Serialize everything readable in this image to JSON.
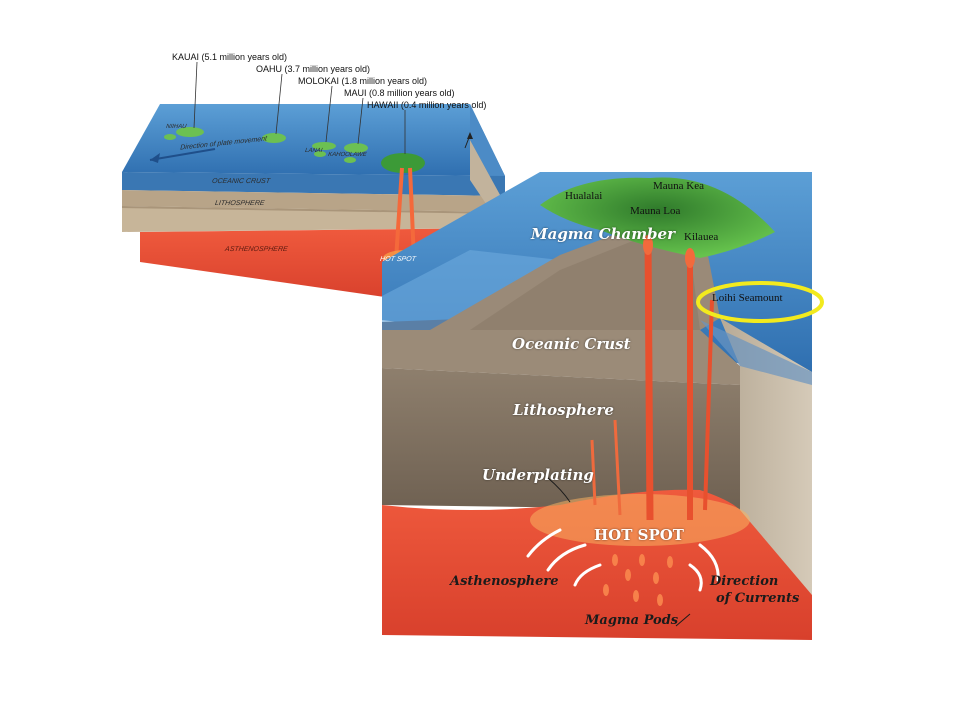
{
  "small_block": {
    "islands": [
      {
        "label": "KAUAI (5.1 million years old)"
      },
      {
        "label": "OAHU (3.7 million years old)"
      },
      {
        "label": "MOLOKAI (1.8 million years old)"
      },
      {
        "label": "MAUI (0.8 million years old)"
      },
      {
        "label": "HAWAII (0.4 million years old)"
      }
    ],
    "map_labels": {
      "niihau": "NIIHAU",
      "lanai": "LANAI",
      "kahoolawe": "KAHOOLAWE",
      "plate_movement": "Direction of plate movement"
    },
    "layers": {
      "oceanic_crust": "OCEANIC CRUST",
      "lithosphere": "LITHOSPHERE",
      "asthenosphere": "ASTHENOSPHERE",
      "hot_spot": "HOT SPOT"
    }
  },
  "large_block": {
    "volcanoes": {
      "hualalai": "Hualalai",
      "mauna_kea": "Mauna Kea",
      "mauna_loa": "Mauna Loa",
      "kilauea": "Kilauea",
      "loihi": "Loihi Seamount"
    },
    "labels": {
      "magma_chamber": "Magma Chamber",
      "oceanic_crust": "Oceanic Crust",
      "lithosphere": "Lithosphere",
      "underplating": "Underplating",
      "hot_spot": "HOT SPOT",
      "asthenosphere": "Asthenosphere",
      "direction": "Direction",
      "of_currents": "of Currents",
      "magma_pods": "Magma Pods"
    }
  },
  "colors": {
    "ocean": "#3f82c2",
    "crust": "#b9a488",
    "lithosphere": "#8b7b6a",
    "asthenosphere": "#e04a33",
    "lava": "#f06a3a",
    "island": "#5fbf4a",
    "highlight_ring": "#f2ea1e"
  }
}
